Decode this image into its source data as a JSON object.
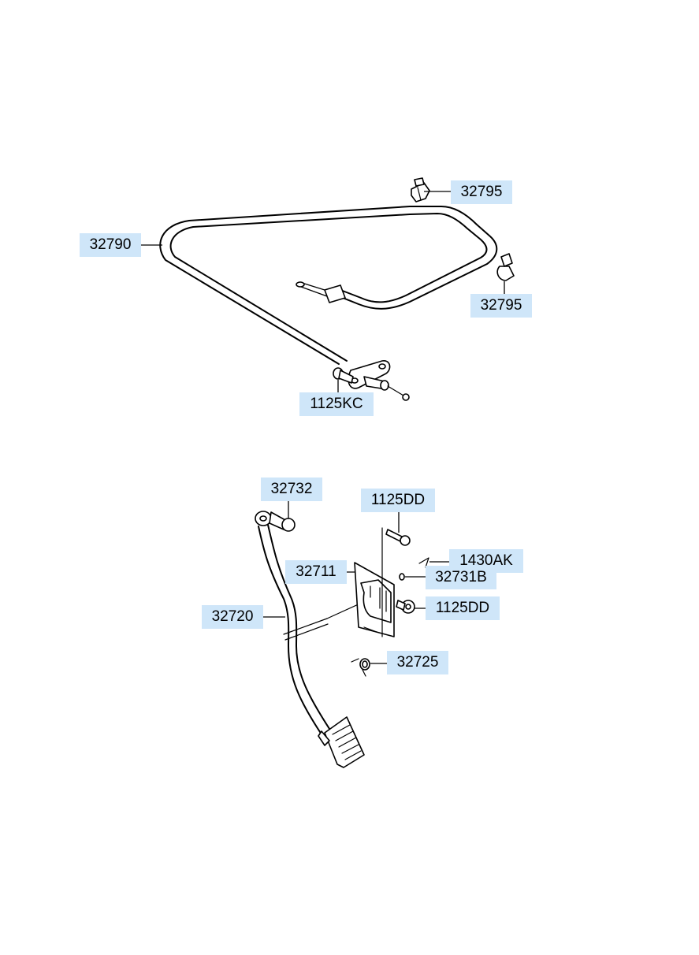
{
  "callouts": {
    "c32795_top": "32795",
    "c32790": "32790",
    "c32795_bottom": "32795",
    "c1125KC": "1125KC",
    "c32732": "32732",
    "c1125DD_top": "1125DD",
    "c1430AK": "1430AK",
    "c32711": "32711",
    "c32731B": "32731B",
    "c32720": "32720",
    "c1125DD_right": "1125DD",
    "c32725": "32725"
  },
  "colors": {
    "label_background": "#cfe6f9",
    "line": "#000000",
    "background": "#ffffff"
  }
}
